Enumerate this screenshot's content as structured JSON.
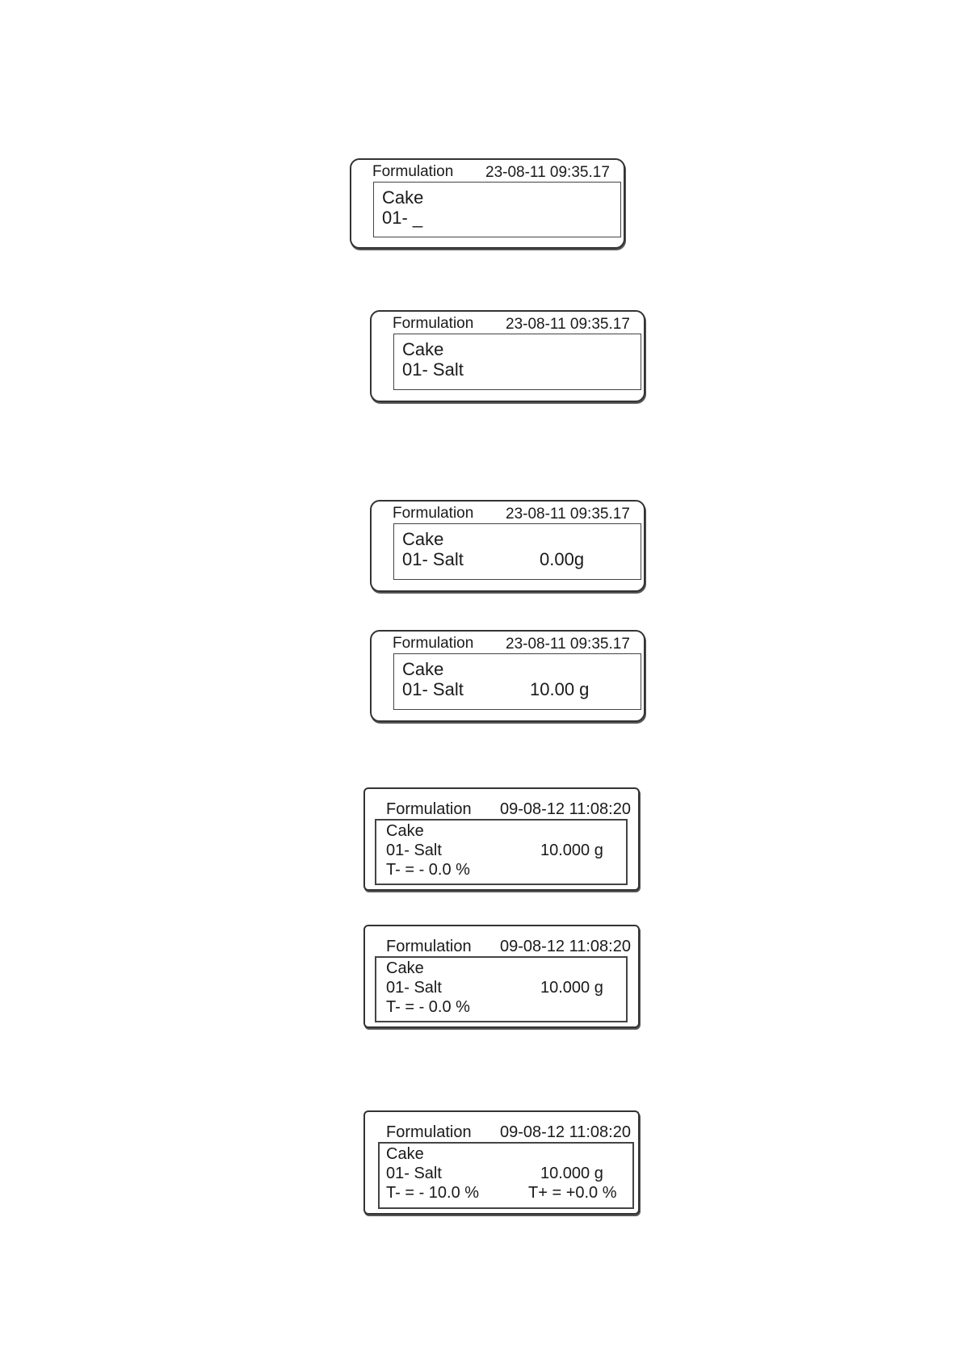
{
  "screens": [
    {
      "title": "Formulation",
      "datetime": "23-08-11 09:35.17",
      "recipe": "Cake",
      "item": "01- _",
      "weight": ""
    },
    {
      "title": "Formulation",
      "datetime": "23-08-11 09:35.17",
      "recipe": "Cake",
      "item": "01- Salt",
      "weight": ""
    },
    {
      "title": "Formulation",
      "datetime": "23-08-11 09:35.17",
      "recipe": "Cake",
      "item": "01- Salt",
      "weight": "0.00g"
    },
    {
      "title": "Formulation",
      "datetime": "23-08-11 09:35.17",
      "recipe": "Cake",
      "item": "01- Salt",
      "weight": "10.00 g"
    },
    {
      "title": "Formulation",
      "datetime": "09-08-12  11:08:20",
      "recipe": "Cake",
      "item": "01- Salt",
      "weight": "10.000 g",
      "tol_minus": "T- = - 0.0 %",
      "tol_plus": ""
    },
    {
      "title": "Formulation",
      "datetime": "09-08-12  11:08:20",
      "recipe": "Cake",
      "item": "01- Salt",
      "weight": "10.000 g",
      "tol_minus": "T- = - 0.0 %",
      "tol_plus": ""
    },
    {
      "title": "Formulation",
      "datetime": "09-08-12  11:08:20",
      "recipe": "Cake",
      "item": "01- Salt",
      "weight": "10.000 g",
      "tol_minus": "T- = - 10.0 %",
      "tol_plus": "T+ = +0.0 %"
    }
  ]
}
